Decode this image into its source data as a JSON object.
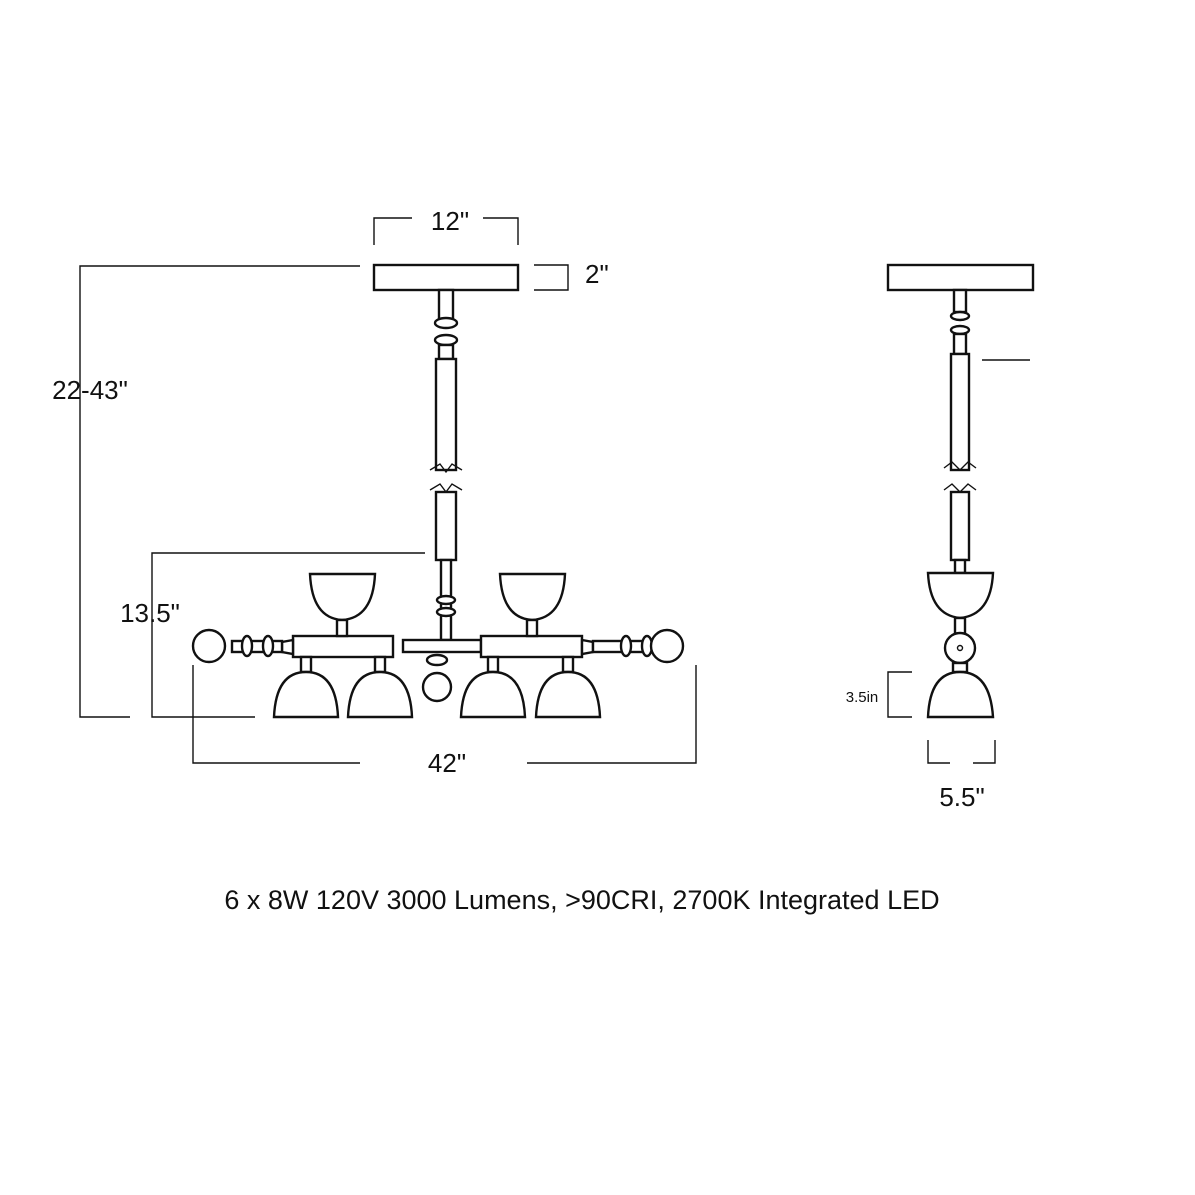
{
  "dimensions": {
    "canopy_width": "12\"",
    "canopy_height": "2\"",
    "overall_height": "22-43\"",
    "body_height": "13.5\"",
    "overall_width": "42\"",
    "shade_height": "3.5in",
    "shade_width": "5.5\""
  },
  "caption": "6 x 8W 120V 3000 Lumens, >90CRI, 2700K Integrated LED",
  "colors": {
    "line": "#111111",
    "background": "#ffffff"
  }
}
